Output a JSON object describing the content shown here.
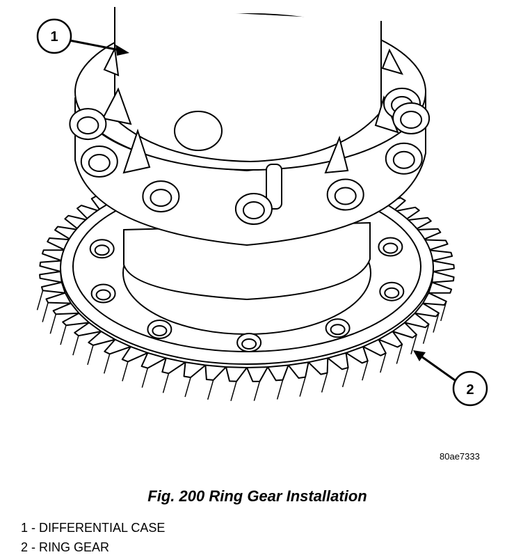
{
  "figure": {
    "code": "80ae7333",
    "caption": "Fig. 200 Ring Gear Installation"
  },
  "callouts": [
    {
      "number": "1"
    },
    {
      "number": "2"
    }
  ],
  "legend": [
    {
      "number": "1",
      "label": "1 - DIFFERENTIAL CASE"
    },
    {
      "number": "2",
      "label": "2 - RING GEAR"
    }
  ],
  "colors": {
    "line": "#000000",
    "background": "#ffffff"
  }
}
